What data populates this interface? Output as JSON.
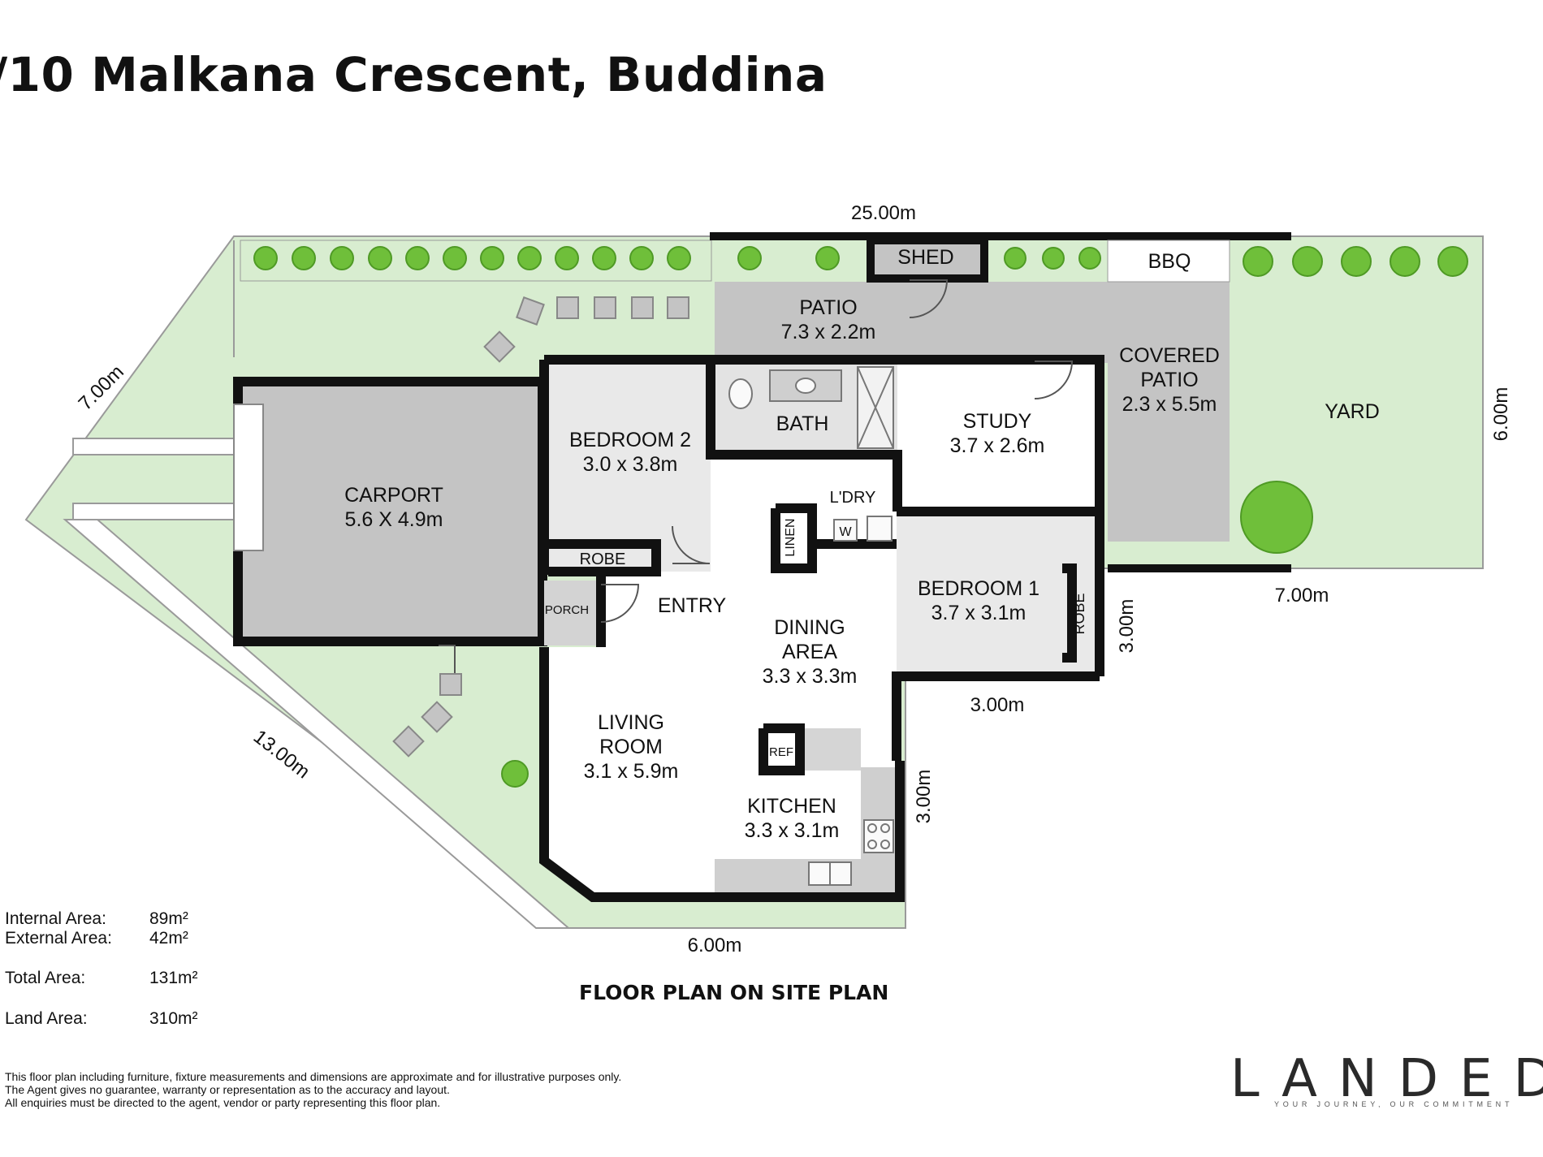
{
  "title": "/10 Malkana Crescent, Buddina",
  "plan_caption": "FLOOR PLAN ON SITE PLAN",
  "colors": {
    "lawn": "#d8edd0",
    "paving": "#c4c4c4",
    "room_light": "#e9e9e9",
    "wall": "#111111",
    "shrub": "#6fbf3a"
  },
  "rooms": {
    "shed": "SHED",
    "bbq": "BBQ",
    "patio": {
      "name": "PATIO",
      "size": "7.3 x 2.2m"
    },
    "covered_patio": {
      "name1": "COVERED",
      "name2": "PATIO",
      "size": "2.3 x 5.5m"
    },
    "yard": "YARD",
    "carport": {
      "name": "CARPORT",
      "size": "5.6 X 4.9m"
    },
    "bedroom2": {
      "name": "BEDROOM 2",
      "size": "3.0 x 3.8m"
    },
    "robe2": "ROBE",
    "bath": "BATH",
    "study": {
      "name": "STUDY",
      "size": "3.7 x 2.6m"
    },
    "laundry": "L'DRY",
    "linen": "LINEN",
    "washer": "W",
    "bedroom1": {
      "name": "BEDROOM 1",
      "size": "3.7 x 3.1m"
    },
    "robe1": "ROBE",
    "porch": "PORCH",
    "entry": "ENTRY",
    "dining": {
      "name1": "DINING",
      "name2": "AREA",
      "size": "3.3 x 3.3m"
    },
    "living": {
      "name1": "LIVING",
      "name2": "ROOM",
      "size": "3.1 x 5.9m"
    },
    "ref": "REF",
    "kitchen": {
      "name": "KITCHEN",
      "size": "3.3 x 3.1m"
    }
  },
  "dimensions": {
    "top": "25.00m",
    "left_diag": "7.00m",
    "lower_diag": "13.00m",
    "right": "6.00m",
    "yard_bottom": "7.00m",
    "bed1_right": "3.00m",
    "bed1_bottom": "3.00m",
    "kitchen_right": "3.00m",
    "bottom": "6.00m"
  },
  "areas": [
    {
      "label": "Internal Area:",
      "value": "89m²"
    },
    {
      "label": "External Area:",
      "value": "42m²"
    },
    {
      "label": "Total Area:",
      "value": "131m²"
    },
    {
      "label": "Land Area:",
      "value": "310m²"
    }
  ],
  "disclaimer": [
    "This floor plan including furniture, fixture measurements and dimensions are approximate and for illustrative purposes only.",
    "The Agent gives no guarantee, warranty or representation as to the accuracy and layout.",
    "All enquiries must be directed to the agent, vendor or party representing this floor plan."
  ],
  "logo": {
    "word": "LANDED",
    "tagline": "YOUR JOURNEY, OUR COMMITMENT"
  }
}
